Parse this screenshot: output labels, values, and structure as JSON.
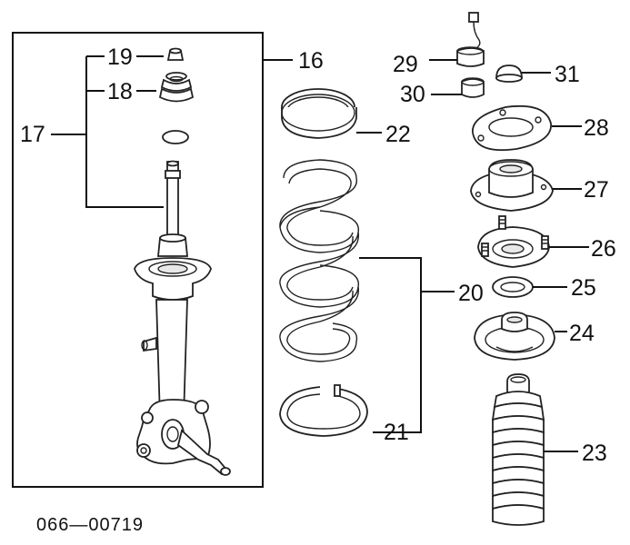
{
  "diagram": {
    "code": "066—00719",
    "labels": {
      "l16": "16",
      "l17": "17",
      "l18": "18",
      "l19": "19",
      "l20": "20",
      "l21": "21",
      "l22": "22",
      "l23": "23",
      "l24": "24",
      "l25": "25",
      "l26": "26",
      "l27": "27",
      "l28": "28",
      "l29": "29",
      "l30": "30",
      "l31": "31"
    }
  }
}
